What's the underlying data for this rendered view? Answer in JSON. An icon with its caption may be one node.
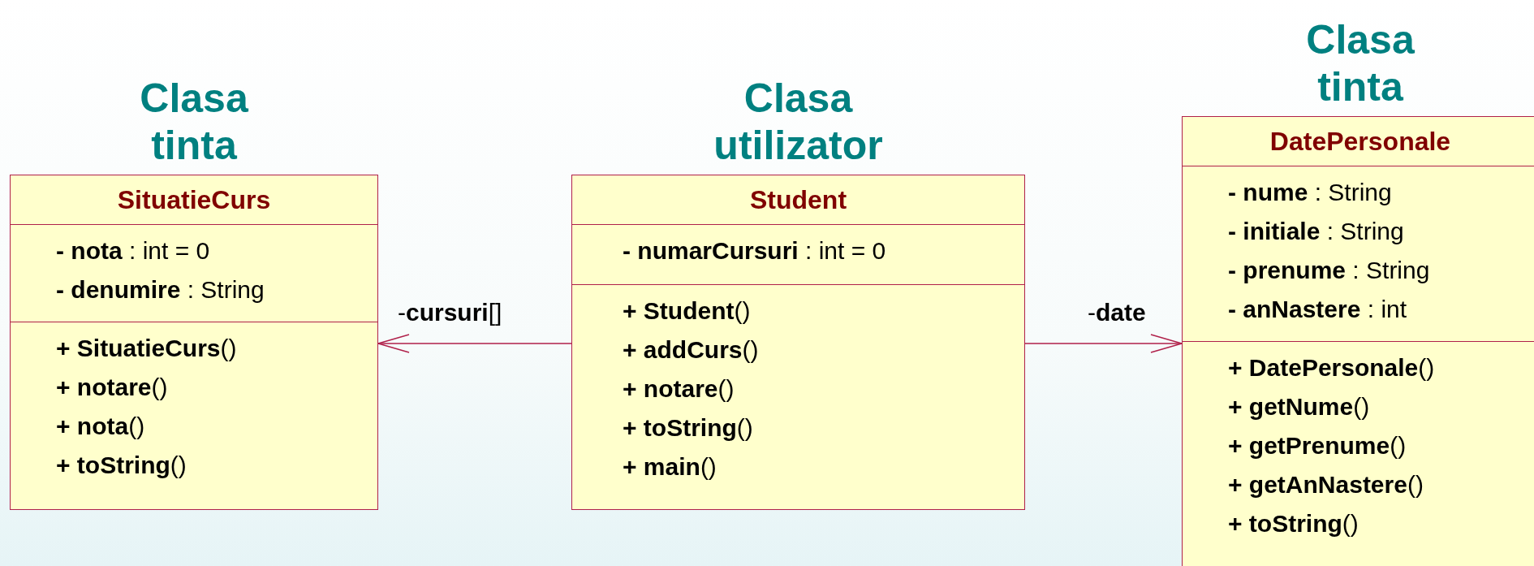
{
  "diagram": {
    "nodes": [
      {
        "text": [
          "Clasa tinta",
          "SituatieCurs",
          "**- nota** : int = 0",
          "**- denumire** : String",
          "**+ SituatieCurs**()",
          "**+ notare**()",
          "**+ nota**()",
          "**+ toString**()"
        ]
      },
      {
        "text": [
          "Clasa utilizator",
          "Student",
          "**- numarCursuri** : int = 0",
          "**+ Student**()",
          "**+ addCurs**()",
          "**+ notare**()",
          "**+ toString**()",
          "**+ main**()"
        ]
      },
      {
        "text": [
          "Clasa tinta",
          "DatePersonale",
          "**- nume** : String",
          "**- initiale** : String",
          "**- prenume** : String",
          "**- anNastere** : int",
          "**+ DatePersonale**()",
          "**+ getNume**()",
          "**+ getPrenume**()",
          "**+ getAnNastere**()",
          "**+ toString**()"
        ]
      }
    ],
    "edges": [
      {
        "from": 1,
        "to": 0,
        "arrow": "to",
        "label": "-**cursuri**[]"
      },
      {
        "from": 1,
        "to": 2,
        "arrow": "to",
        "label": "-**date**"
      }
    ]
  }
}
